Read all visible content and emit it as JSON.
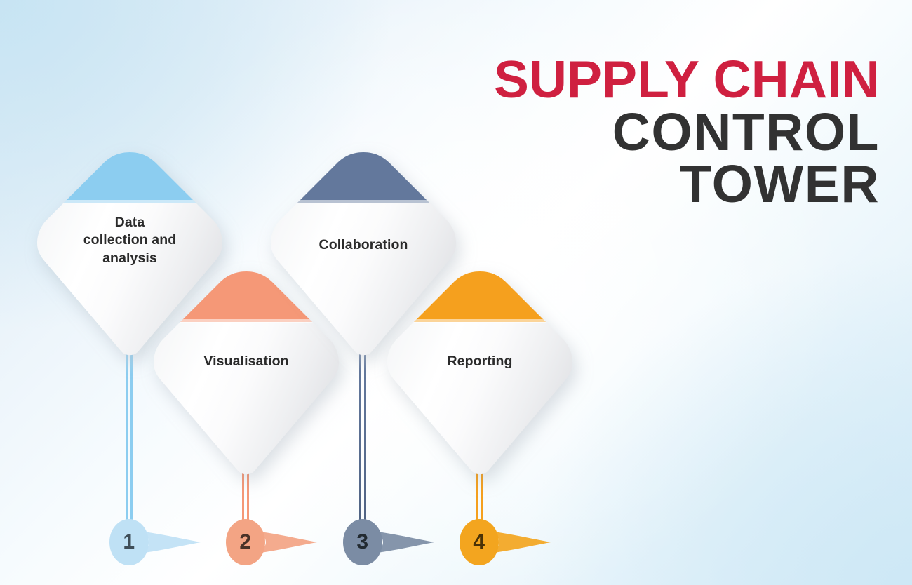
{
  "title": {
    "line1": "SUPPLY CHAIN",
    "line2": "CONTROL",
    "line3": "TOWER",
    "line1_color": "#cf2040",
    "line2_color": "#323232",
    "line3_color": "#323232"
  },
  "background": {
    "tint": "#d6e9f5",
    "center": "#ffffff"
  },
  "steps": [
    {
      "number": "1",
      "label": "Data\ncollection and\nanalysis",
      "label_html": "Data<br>collection and<br>analysis",
      "color": "#8ccdf0",
      "cap_color": "#8ccdf0",
      "bubble_color": "#bfe1f5",
      "number_color": "#3f4e58"
    },
    {
      "number": "2",
      "label": "Visualisation",
      "label_html": "Visualisation",
      "color": "#f59877",
      "cap_color": "#f59877",
      "bubble_color": "#f3a484",
      "number_color": "#4a3228"
    },
    {
      "number": "3",
      "label": "Collaboration",
      "label_html": "Collaboration",
      "color": "#63789c",
      "cap_color": "#63789c",
      "bubble_color": "#7b8ca4",
      "number_color": "#222a31"
    },
    {
      "number": "4",
      "label": "Reporting",
      "label_html": "Reporting",
      "color": "#f5a01e",
      "cap_color": "#f5a01e",
      "bubble_color": "#f3a51f",
      "number_color": "#4a3207"
    }
  ]
}
